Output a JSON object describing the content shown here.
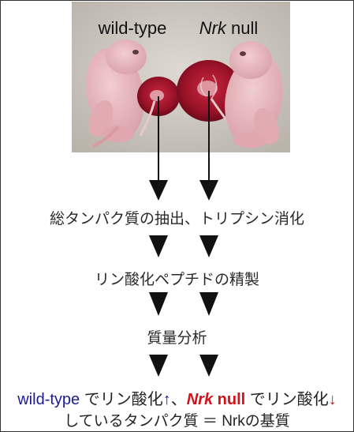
{
  "photo": {
    "label_left": "wild-type",
    "label_right_italic": "Nrk",
    "label_right_rest": " null"
  },
  "steps": [
    "総タンパク質の抽出、トリプシン消化",
    "リン酸化ペプチドの精製",
    "質量分析"
  ],
  "conclusion": {
    "wt_label": "wild-type",
    "wt_text": " でリン酸化",
    "up_arrow": "↑",
    "separator": "、",
    "nrk_italic": "Nrk",
    "nrk_rest": " null",
    "nrk_text": " でリン酸化",
    "down_arrow": "↓",
    "line2": "しているタンパク質 ＝ Nrkの基質"
  },
  "colors": {
    "wild_type_blue": "#1a1a9a",
    "nrk_red": "#d0121a",
    "photo_bg": "#cdc8bf",
    "embryo_pink": "#e8b6bc",
    "placenta_red": "#a3162e"
  }
}
